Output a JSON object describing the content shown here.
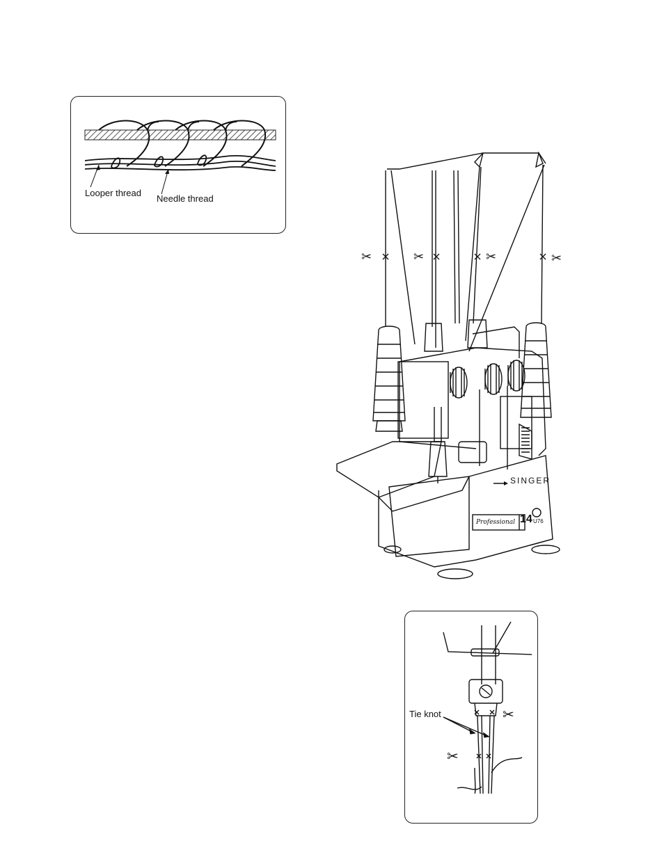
{
  "stitch_diagram": {
    "looper_label": "Looper thread",
    "needle_label": "Needle thread"
  },
  "machine": {
    "brand": "SINGER",
    "model_badge": "14",
    "model_suffix": "U76",
    "series_script": "Professional",
    "icons": [
      "scissors-icon",
      "scissors-icon",
      "scissors-icon",
      "scissors-icon"
    ]
  },
  "needle_diagram": {
    "tie_knot_label": "Tie knot",
    "icons": [
      "scissors-icon",
      "scissors-icon"
    ]
  },
  "colors": {
    "ink": "#111111",
    "paper": "#ffffff",
    "hatch": "#555555"
  }
}
